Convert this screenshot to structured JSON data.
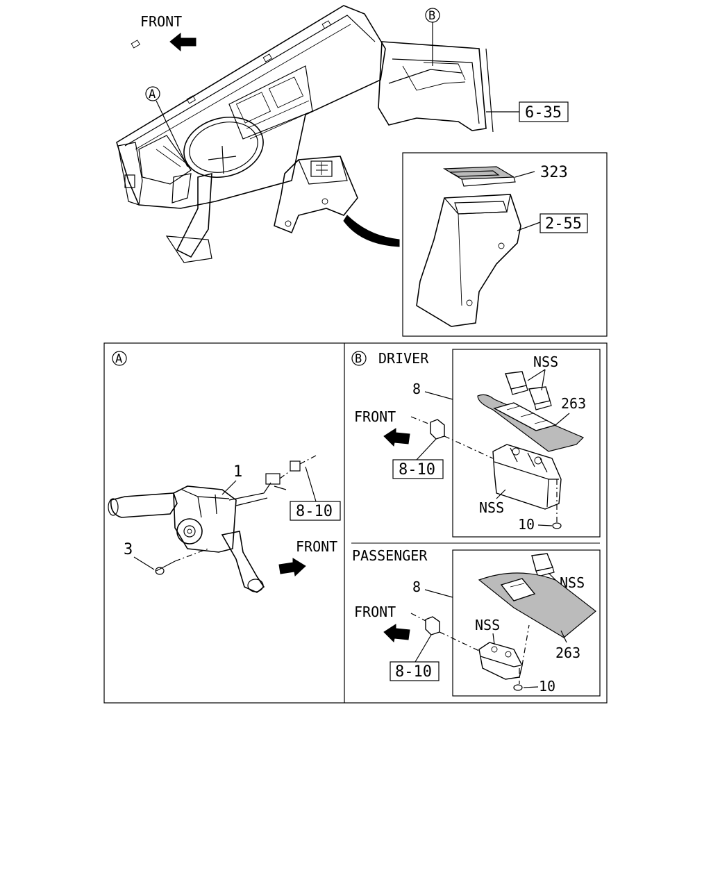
{
  "top": {
    "front_label": "FRONT",
    "callout_a": "A",
    "callout_b": "B",
    "ref_6_35": "6-35",
    "part_323": "323",
    "ref_2_55": "2-55"
  },
  "panel_a": {
    "letter": "A",
    "part_1": "1",
    "part_3": "3",
    "ref_8_10": "8-10",
    "front_label": "FRONT"
  },
  "panel_b_driver": {
    "letter": "B",
    "title": "DRIVER",
    "part_8": "8",
    "nss_top": "NSS",
    "part_263": "263",
    "front_label": "FRONT",
    "ref_8_10": "8-10",
    "nss_bottom": "NSS",
    "part_10": "10"
  },
  "panel_b_passenger": {
    "title": "PASSENGER",
    "part_8": "8",
    "nss_right": "NSS",
    "front_label": "FRONT",
    "nss_left": "NSS",
    "part_263": "263",
    "ref_8_10": "8-10",
    "part_10": "10"
  }
}
